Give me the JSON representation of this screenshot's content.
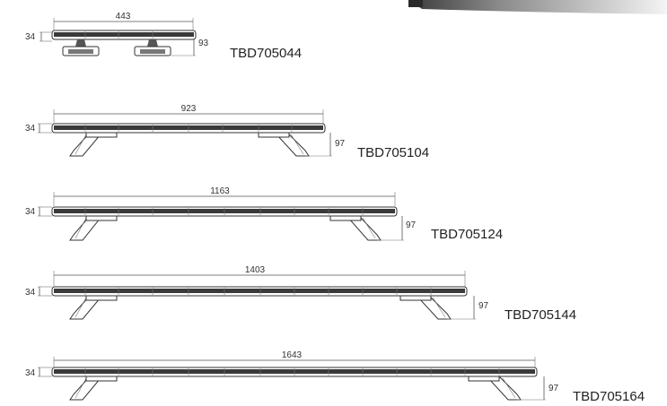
{
  "products": [
    {
      "model": "TBD705044",
      "length": "443",
      "height": "34",
      "mount_height": "93",
      "segments": 4
    },
    {
      "model": "TBD705104",
      "length": "923",
      "height": "34",
      "mount_height": "97",
      "segments": 8
    },
    {
      "model": "TBD705124",
      "length": "1163",
      "height": "34",
      "mount_height": "97",
      "segments": 10
    },
    {
      "model": "TBD705144",
      "length": "1403",
      "height": "34",
      "mount_height": "97",
      "segments": 12
    },
    {
      "model": "TBD705164",
      "length": "1643",
      "height": "34",
      "mount_height": "97",
      "segments": 14
    }
  ]
}
